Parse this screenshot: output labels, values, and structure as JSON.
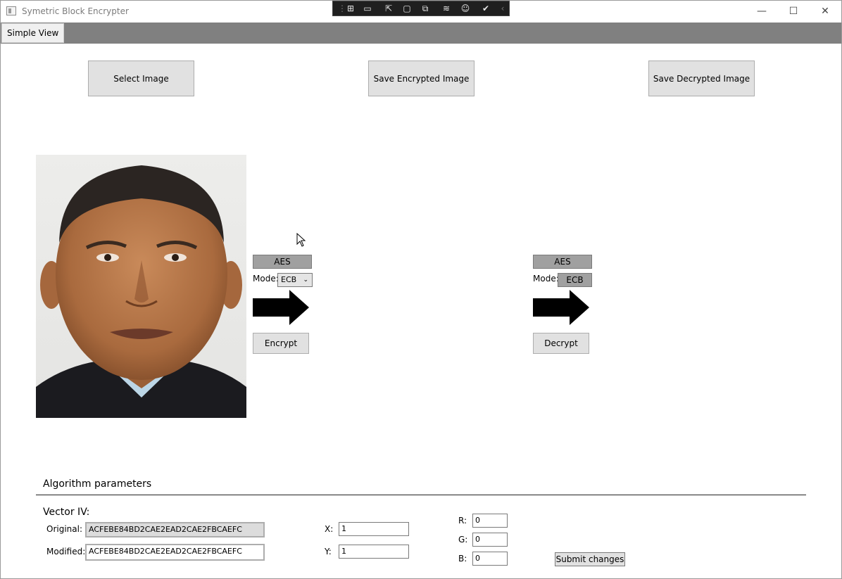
{
  "window": {
    "title": "Symetric Block Encrypter",
    "minimize": "—",
    "maximize": "☐",
    "close": "✕"
  },
  "menu": {
    "simple_view": "Simple View"
  },
  "top_buttons": {
    "select_image": "Select Image",
    "save_encrypted": "Save Encrypted Image",
    "save_decrypted": "Save Decrypted Image"
  },
  "encrypt_panel": {
    "algorithm": "AES",
    "mode_label": "Mode:",
    "mode_value": "ECB",
    "action": "Encrypt"
  },
  "decrypt_panel": {
    "algorithm": "AES",
    "mode_label": "Mode:",
    "mode_value": "ECB",
    "action": "Decrypt"
  },
  "params": {
    "section_title": "Algorithm parameters",
    "vector_title": "Vector IV:",
    "original_label": "Original:",
    "original_value": "ACFEBE84BD2CAE2EAD2CAE2FBCAEFC",
    "modified_label": "Modified:",
    "modified_value": "ACFEBE84BD2CAE2EAD2CAE2FBCAEFC",
    "x_label": "X:",
    "x_value": "1",
    "y_label": "Y:",
    "y_value": "1",
    "r_label": "R:",
    "r_value": "0",
    "g_label": "G:",
    "g_value": "0",
    "b_label": "B:",
    "b_value": "0",
    "submit": "Submit changes"
  },
  "colors": {
    "menubar": "#808080",
    "button": "#e1e1e1",
    "algo_box": "#a0a0a0"
  }
}
